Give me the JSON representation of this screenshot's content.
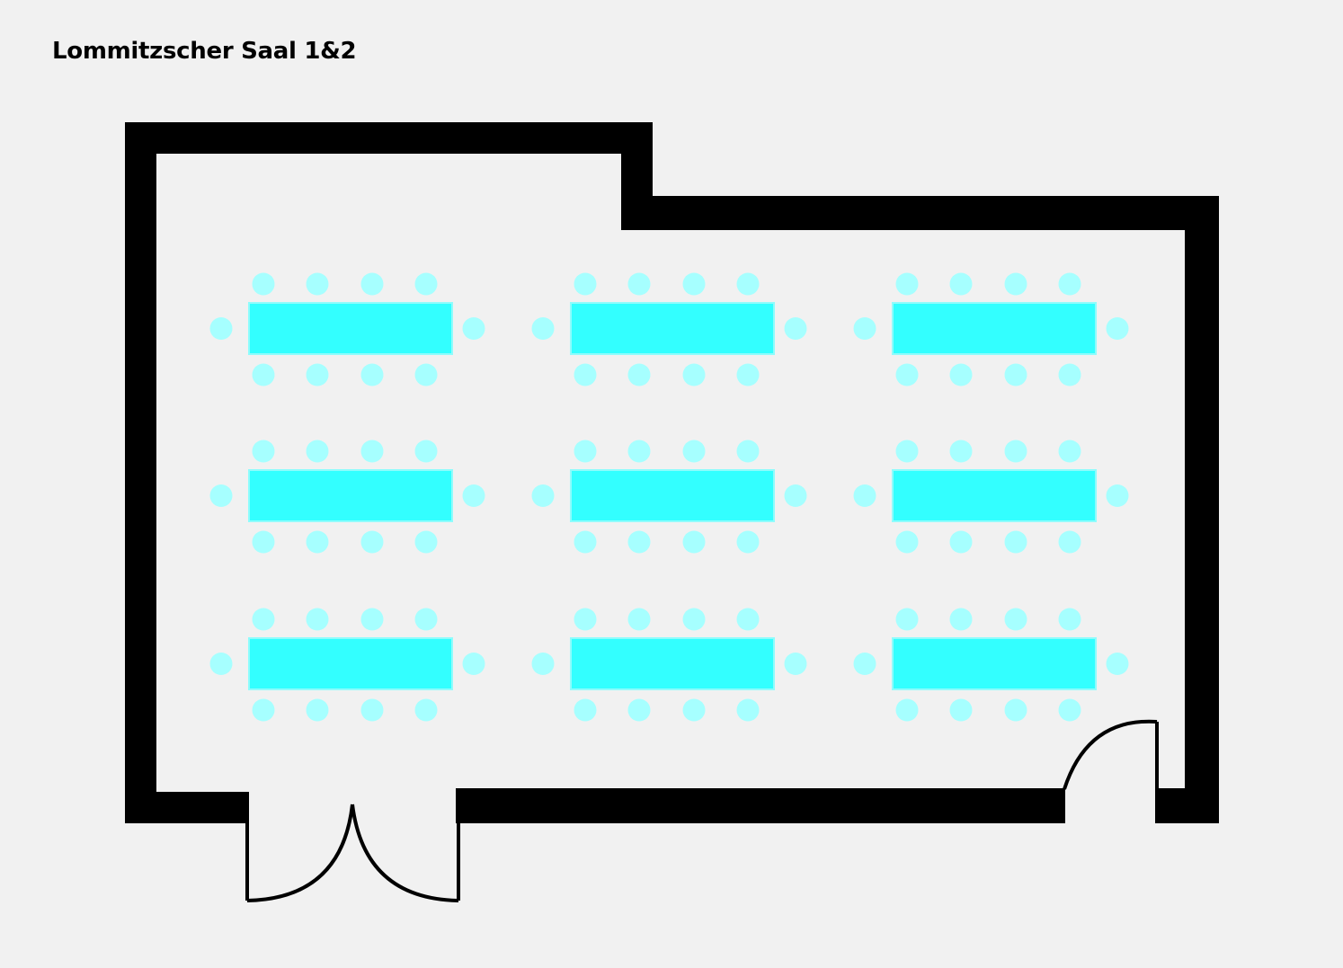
{
  "title": "Lommitzscher Saal 1&2",
  "colors": {
    "background": "#f1f1f1",
    "wall": "#000000",
    "table": "#33ffff",
    "table_border": "#8ffcfc",
    "chair": "#a6ffff"
  },
  "layout": {
    "table_rows": 3,
    "table_cols": 3,
    "chairs_per_long_side": 4,
    "chairs_per_short_side": 1
  }
}
